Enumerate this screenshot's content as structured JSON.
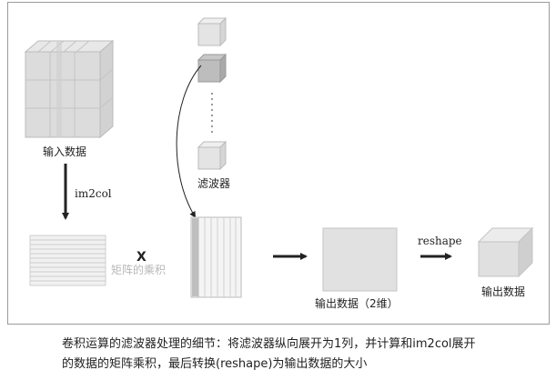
{
  "labels": {
    "input_data": "输入数据",
    "im2col": "im2col",
    "filter": "滤波器",
    "multiply_mark": "X",
    "matmul": "矩阵的乘积",
    "output_2d": "输出数据（2维）",
    "reshape": "reshape",
    "output_data": "输出数据"
  },
  "caption": {
    "line1": "卷积运算的滤波器处理的细节：将滤波器纵向展开为1列，并计算和im2col展开",
    "line2": "的数据的矩阵乘积，最后转换(reshape)为输出数据的大小"
  }
}
